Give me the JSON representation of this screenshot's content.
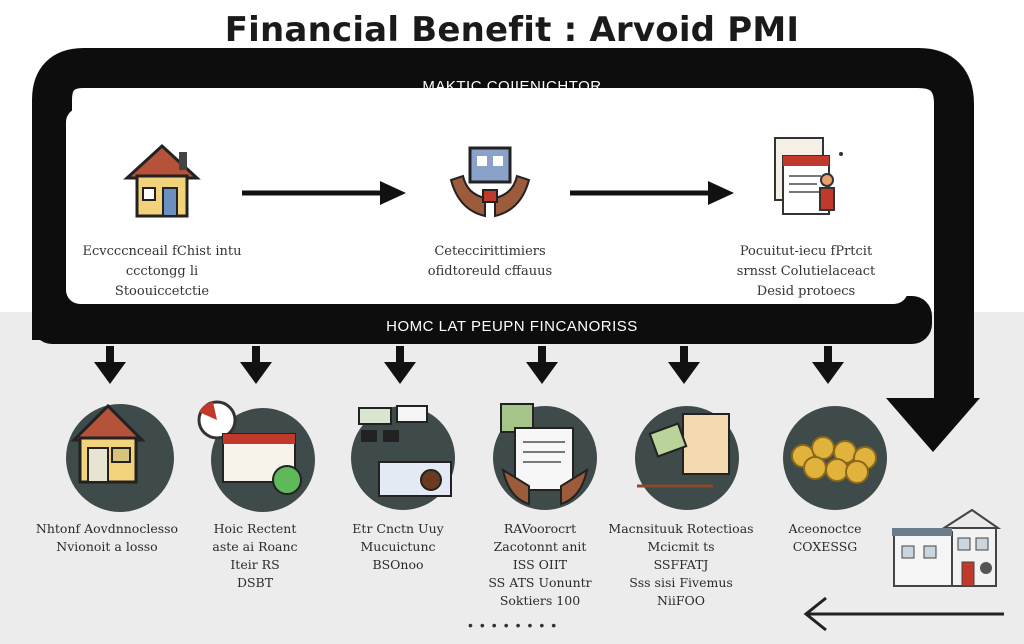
{
  "title": "Financial Benefit : Arvoid PMI",
  "top_band_label": "MAKTIC COIIENICHTOR",
  "mid_band_label": "HOMC LAT PEUPN FINCANORISS",
  "steps": [
    {
      "icon": "house-icon",
      "caption": "Ecvcccnceail fChist intu\nccctongg li\nStoouiccetctie"
    },
    {
      "icon": "house-in-hands-icon",
      "caption": "Ceteccirittimiers\nofidtoreuld cffauus"
    },
    {
      "icon": "document-with-person-icon",
      "caption": "Pocuitut-iecu fPrtcit\nsrnsst Colutielaceact\nDesid protoecs"
    }
  ],
  "benefits": [
    {
      "icon": "house-with-door-icon",
      "caption": "Nhtonf Aovdnnoclesso\nNvionoit a losso"
    },
    {
      "icon": "calendar-money-icon",
      "caption": "Hoic Rectent\naste ai Roanc\nIteir RS\nDSBT"
    },
    {
      "icon": "glasses-laptop-icon",
      "caption": "Etr Cnctn Uuy\nMucuictunc\nBSOnoo"
    },
    {
      "icon": "document-in-hands-icon",
      "caption": "RAVoorocrt\nZacotonnt anit\nISS OIIT\nSS ATS Uonuntr\nSoktiers 100"
    },
    {
      "icon": "money-card-icon",
      "caption": "Macnsituuk Rotectioas\nMcicmit ts\nSSFFATJ\nSss sisi Fivemus\nNiiFOO"
    },
    {
      "icon": "coins-pile-icon",
      "caption": "Aceonoctce\nCOXESSG"
    }
  ],
  "colors": {
    "frame": "#0d0d0d",
    "circle": "#3f4a4a",
    "accent": "#c0392b",
    "gold": "#e1b23c",
    "lower_bg": "#ececec"
  }
}
